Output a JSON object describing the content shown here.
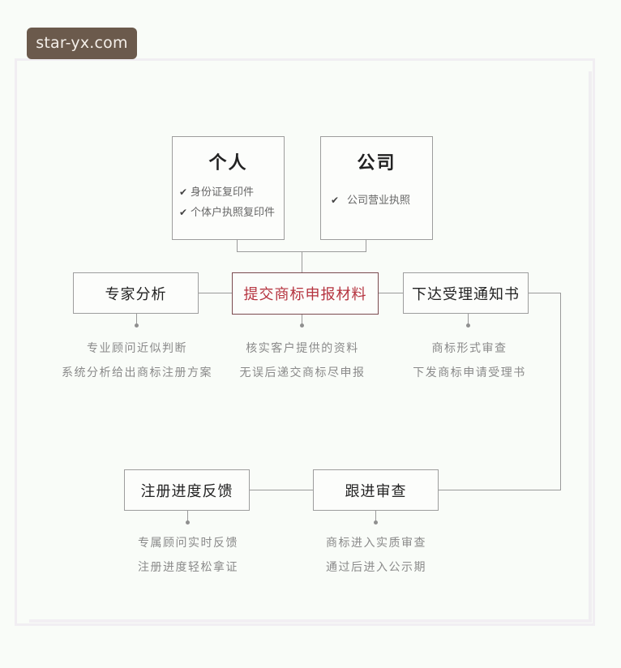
{
  "watermark": "star-yx.com",
  "colors": {
    "highlight_text": "#b5333f",
    "highlight_border": "#7b4a4f",
    "line": "#9a9a9a",
    "watermark_bg": "#6b5a4c"
  },
  "applicants": [
    {
      "title": "个人",
      "items": [
        "身份证复印件",
        "个体户执照复印件"
      ],
      "check_icon": "✔"
    },
    {
      "title": "公司",
      "items": [
        "公司营业执照"
      ],
      "check_icon": "✔"
    }
  ],
  "steps": [
    {
      "label": "专家分析",
      "desc": [
        "专业顾问近似判断",
        "系统分析给出商标注册方案"
      ]
    },
    {
      "label": "提交商标申报材料",
      "desc": [
        "核实客户提供的资料",
        "无误后递交商标尽申报"
      ],
      "highlight": true
    },
    {
      "label": "下达受理通知书",
      "desc": [
        "商标形式审查",
        "下发商标申请受理书"
      ]
    },
    {
      "label": "跟进审查",
      "desc": [
        "商标进入实质审查",
        "通过后进入公示期"
      ]
    },
    {
      "label": "注册进度反馈",
      "desc": [
        "专属顾问实时反馈",
        "注册进度轻松拿证"
      ]
    }
  ]
}
